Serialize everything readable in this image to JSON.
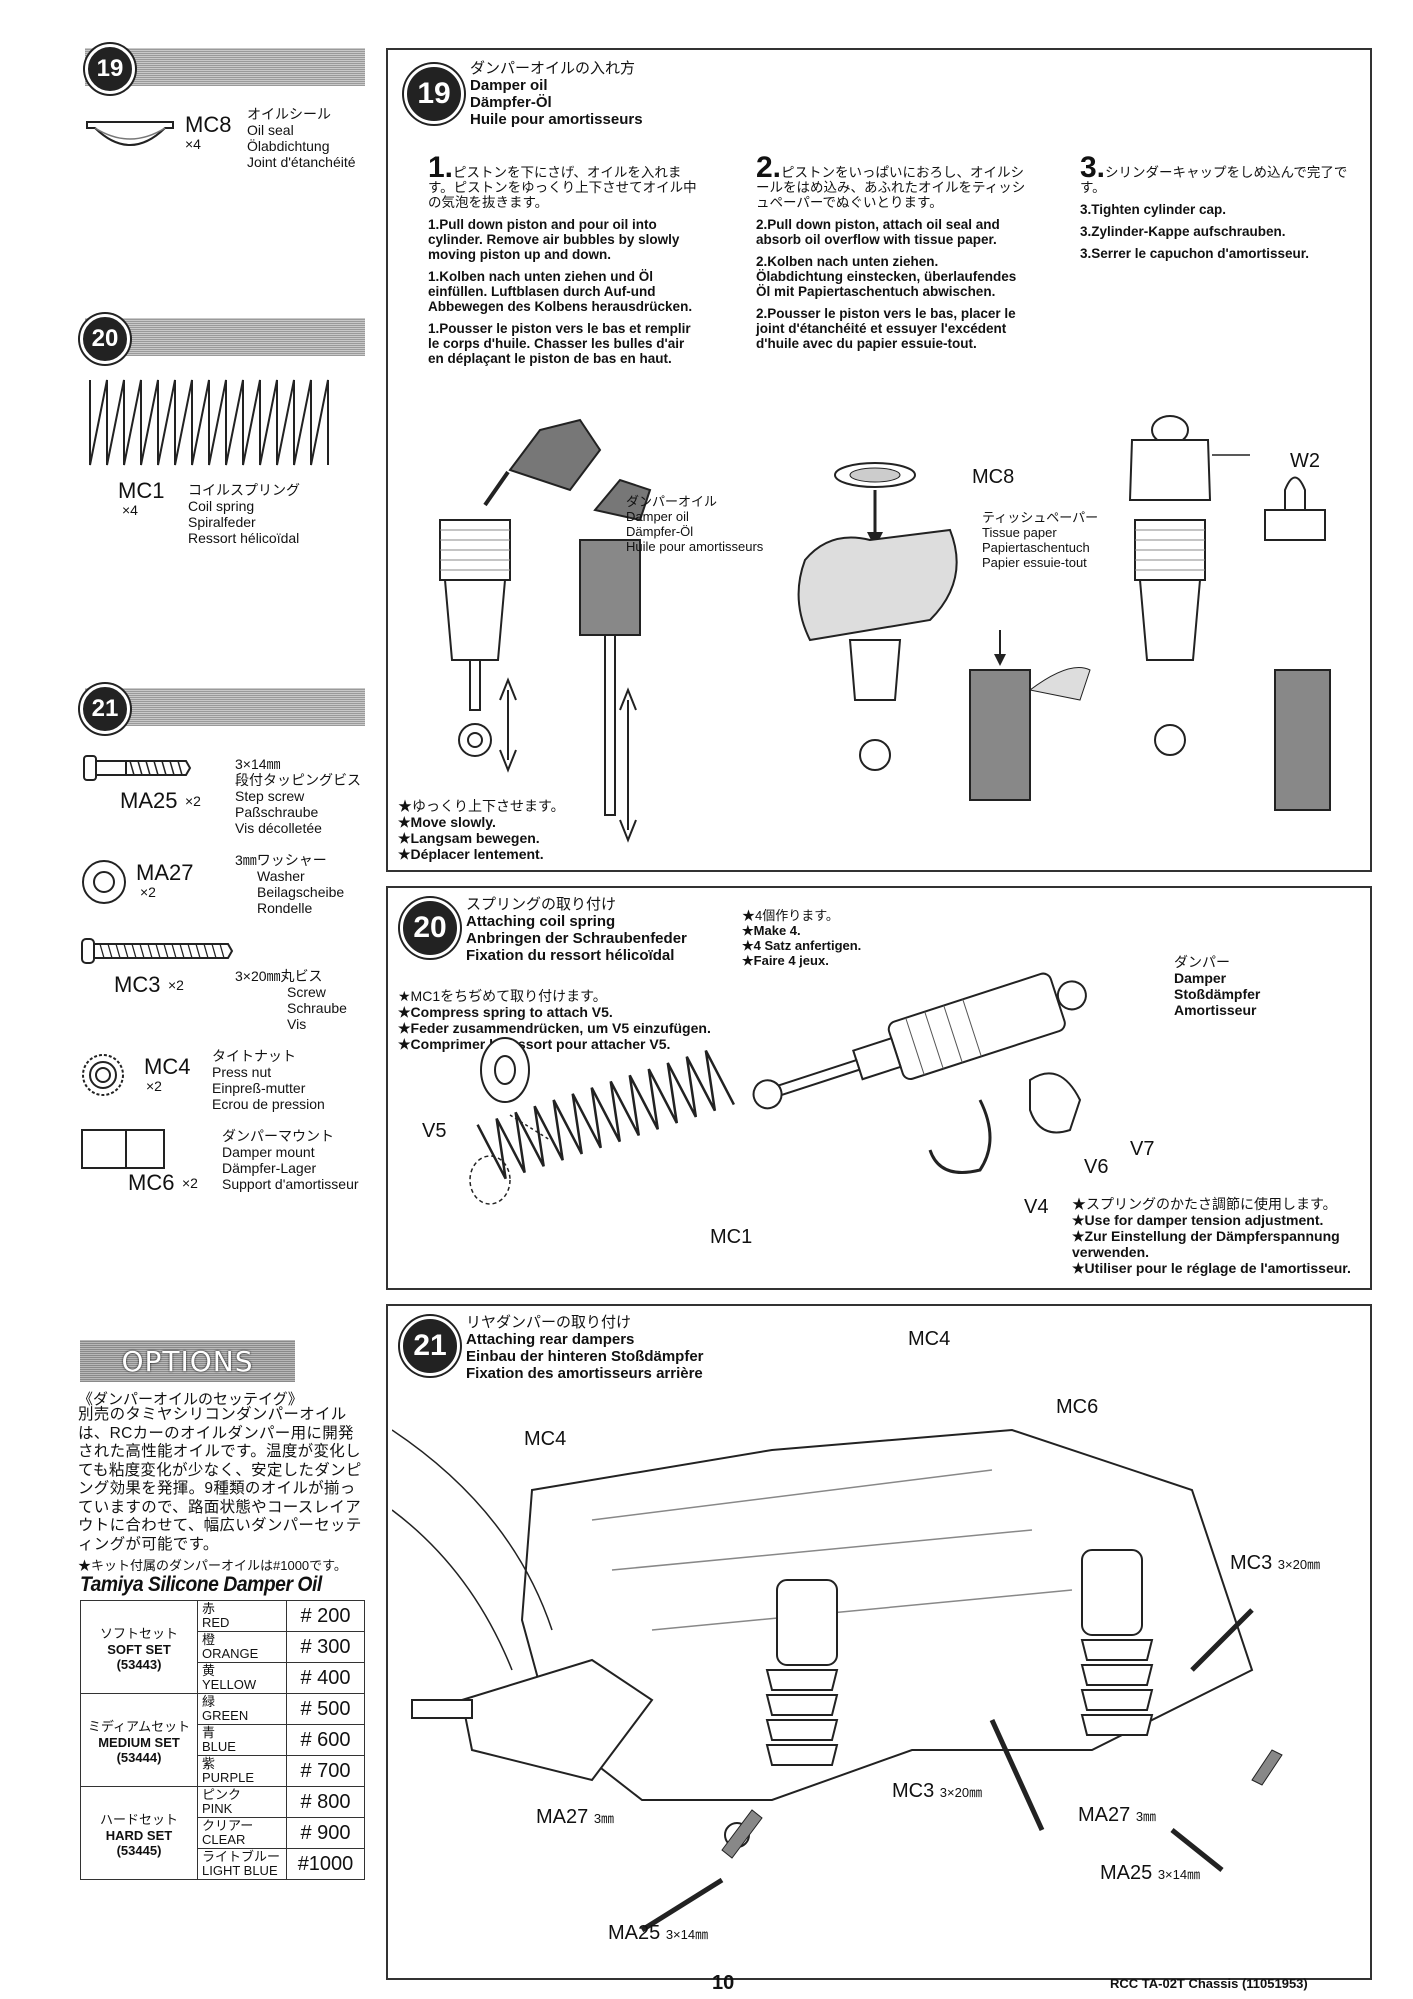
{
  "step19_side": {
    "num": "19",
    "part_code": "MC8",
    "part_qty": "×4",
    "part_names": [
      "オイルシール",
      "Oil seal",
      "Ölabdichtung",
      "Joint d'étanchéité"
    ]
  },
  "step20_side": {
    "num": "20",
    "part_code": "MC1",
    "part_qty": "×4",
    "part_names": [
      "コイルスプリング",
      "Coil spring",
      "Spiralfeder",
      "Ressort hélicoïdal"
    ]
  },
  "step21_side": {
    "num": "21",
    "parts": [
      {
        "code": "MA25",
        "qty": "×2",
        "names": [
          "3×14㎜",
          "段付タッピングビス",
          "Step screw",
          "Paßschraube",
          "Vis décolletée"
        ]
      },
      {
        "code": "MA27",
        "qty": "×2",
        "names": [
          "3㎜ワッシャー",
          "Washer",
          "Beilagscheibe",
          "Rondelle"
        ]
      },
      {
        "code": "MC3",
        "qty": "×2",
        "names": [
          "3×20㎜丸ビス",
          "Screw",
          "Schraube",
          "Vis"
        ]
      },
      {
        "code": "MC4",
        "qty": "×2",
        "names": [
          "タイトナット",
          "Press nut",
          "Einpreß-mutter",
          "Ecrou de pression"
        ]
      },
      {
        "code": "MC6",
        "qty": "×2",
        "names": [
          "ダンパーマウント",
          "Damper mount",
          "Dämpfer-Lager",
          "Support d'amortisseur"
        ]
      }
    ]
  },
  "step19": {
    "num": "19",
    "titles": [
      "ダンパーオイルの入れ方",
      "Damper oil",
      "Dämpfer-Öl",
      "Huile pour amortisseurs"
    ],
    "col1": {
      "n": "1.",
      "jp": "ピストンを下にさげ、オイルを入れます。ピストンをゆっくり上下させてオイル中の気泡を抜きます。",
      "en": "1.Pull down piston and pour oil into cylinder. Remove air bubbles by slowly moving piston up and down.",
      "de": "1.Kolben nach unten ziehen und Öl einfüllen. Luftblasen durch Auf-und Abbewegen des Kolbens herausdrücken.",
      "fr": "1.Pousser le piston vers le bas et remplir le corps d'huile. Chasser les bulles d'air en déplaçant le piston de bas en haut."
    },
    "col2": {
      "n": "2.",
      "jp": "ピストンをいっぱいにおろし、オイルシールをはめ込み、あふれたオイルをティッシュペーパーでぬぐいとります。",
      "en": "2.Pull down piston, attach oil seal and absorb oil overflow with tissue paper.",
      "de": "2.Kolben nach unten ziehen. Ölabdichtung einstecken, überlaufendes Öl mit Papiertaschentuch abwischen.",
      "fr": "2.Pousser le piston vers le bas, placer le joint d'étanchéité et essuyer l'excédent d'huile avec du papier essuie-tout."
    },
    "col3": {
      "n": "3.",
      "jp": "シリンダーキャップをしめ込んで完了です。",
      "en": "3.Tighten cylinder cap.",
      "de": "3.Zylinder-Kappe aufschrauben.",
      "fr": "3.Serrer le capuchon d'amortisseur."
    },
    "oil_label": [
      "ダンパーオイル",
      "Damper oil",
      "Dämpfer-Öl",
      "Huile pour amortisseurs"
    ],
    "mc8": "MC8",
    "w2": "W2",
    "tissue_label": [
      "ティッシュペーパー",
      "Tissue paper",
      "Papiertaschentuch",
      "Papier essuie-tout"
    ],
    "notes": [
      "★ゆっくり上下させます。",
      "★Move slowly.",
      "★Langsam bewegen.",
      "★Déplacer lentement."
    ]
  },
  "step20": {
    "num": "20",
    "titles": [
      "スプリングの取り付け",
      "Attaching coil spring",
      "Anbringen der Schraubenfeder",
      "Fixation du ressort hélicoïdal"
    ],
    "make4": [
      "★4個作ります。",
      "★Make 4.",
      "★4 Satz anfertigen.",
      "★Faire 4 jeux."
    ],
    "compress": [
      "★MC1をちぢめて取り付けます。",
      "★Compress spring to attach V5.",
      "★Feder zusammendrücken, um V5 einzufügen.",
      "★Comprimer le ressort pour attacher V5."
    ],
    "damper_label": [
      "ダンパー",
      "Damper",
      "Stoßdämpfer",
      "Amortisseur"
    ],
    "v5": "V5",
    "v6": "V6",
    "v7": "V7",
    "v4": "V4",
    "mc1": "MC1",
    "tension": [
      "★スプリングのかたさ調節に使用します。",
      "★Use for damper tension adjustment.",
      "★Zur Einstellung der Dämpferspannung verwenden.",
      "★Utiliser pour le réglage de l'amortisseur."
    ]
  },
  "step21": {
    "num": "21",
    "titles": [
      "リヤダンパーの取り付け",
      "Attaching rear dampers",
      "Einbau der hinteren Stoßdämpfer",
      "Fixation des amortisseurs arrière"
    ],
    "labels": {
      "mc4_top": "MC4",
      "mc4_left": "MC4",
      "mc6": "MC6",
      "mc3_right": "MC3",
      "mc3_right_size": "3×20㎜",
      "mc3_mid": "MC3",
      "mc3_mid_size": "3×20㎜",
      "ma27_left": "MA27",
      "ma27_left_size": "3㎜",
      "ma27_right": "MA27",
      "ma27_right_size": "3㎜",
      "ma25_right": "MA25",
      "ma25_right_size": "3×14㎜",
      "ma25_bottom": "MA25",
      "ma25_bottom_size": "3×14㎜"
    }
  },
  "options": {
    "title": "OPTIONS",
    "heading": "《ダンパーオイルのセッテイグ》",
    "body": "別売のタミヤシリコンダンパーオイルは、RCカーのオイルダンパー用に開発された高性能オイルです。温度が変化しても粘度変化が少なく、安定したダンピング効果を発揮。9種類のオイルが揃っていますので、路面状態やコースレイアウトに合わせて、幅広いダンパーセッティングが可能です。",
    "note": "★キット付属のダンパーオイルは#1000です。",
    "product": "Tamiya Silicone Damper Oil",
    "sets": [
      {
        "name": [
          "ソフトセット",
          "SOFT SET",
          "(53443)"
        ],
        "oils": [
          {
            "jp": "赤",
            "en": "RED",
            "num": "# 200"
          },
          {
            "jp": "橙",
            "en": "ORANGE",
            "num": "# 300"
          },
          {
            "jp": "黄",
            "en": "YELLOW",
            "num": "# 400"
          }
        ]
      },
      {
        "name": [
          "ミディアムセット",
          "MEDIUM SET",
          "(53444)"
        ],
        "oils": [
          {
            "jp": "緑",
            "en": "GREEN",
            "num": "# 500"
          },
          {
            "jp": "青",
            "en": "BLUE",
            "num": "# 600"
          },
          {
            "jp": "紫",
            "en": "PURPLE",
            "num": "# 700"
          }
        ]
      },
      {
        "name": [
          "ハードセット",
          "HARD SET",
          "(53445)"
        ],
        "oils": [
          {
            "jp": "ピンク",
            "en": "PINK",
            "num": "# 800"
          },
          {
            "jp": "クリアー",
            "en": "CLEAR",
            "num": "# 900"
          },
          {
            "jp": "ライトブルー",
            "en": "LIGHT BLUE",
            "num": "#1000"
          }
        ]
      }
    ]
  },
  "footer": {
    "page": "10",
    "title": "RCC TA-02T Chassis (11051953)"
  }
}
